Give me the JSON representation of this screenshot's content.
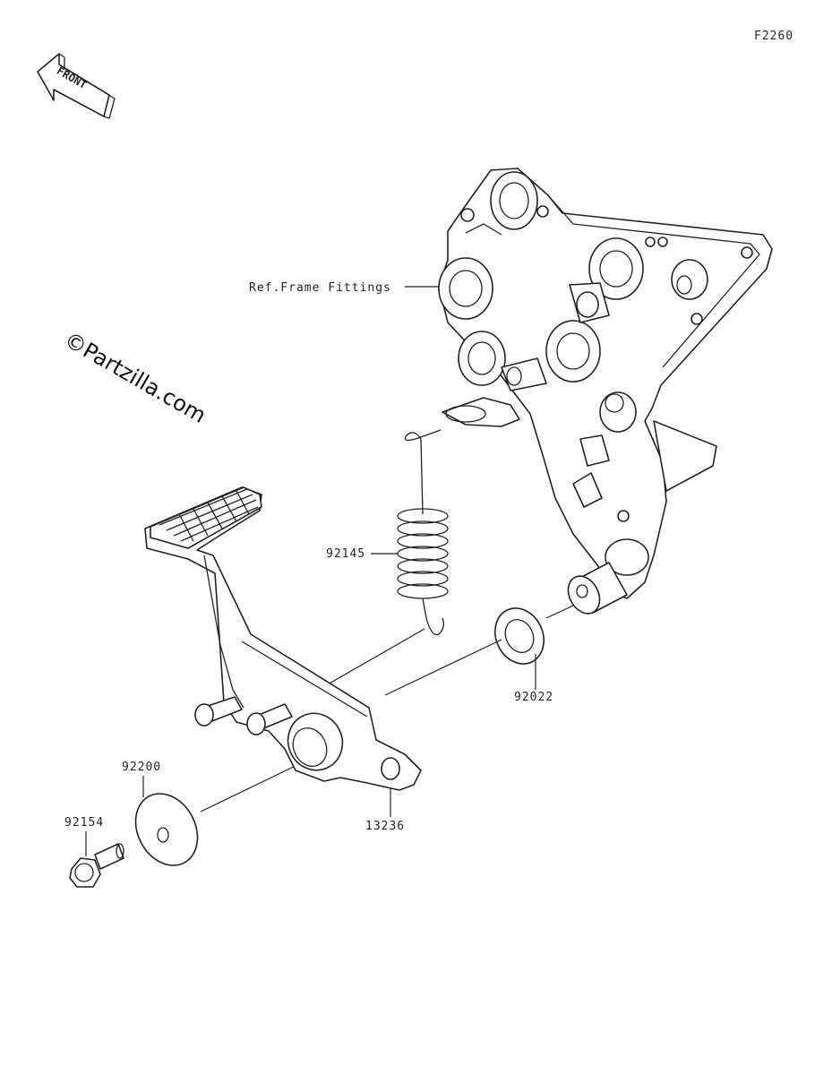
{
  "diagram_code": "F2260",
  "front_label": "FRONT",
  "watermark": "©Partzilla.com",
  "labels": {
    "ref": "Ref.Frame Fittings",
    "spring": "92145",
    "washer_small": "92022",
    "pedal_part": "13236",
    "washer_large": "92200",
    "bolt": "92154"
  }
}
